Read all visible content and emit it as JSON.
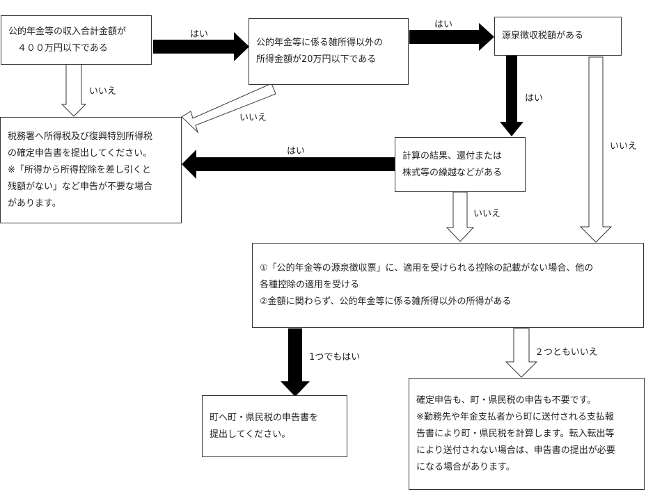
{
  "boxes": {
    "income": [
      "公的年金等の収入合計金額が",
      "　４００万円以下である"
    ],
    "other_income": [
      "公的年金等に係る雑所得以外の",
      "所得金額が20万円以下である"
    ],
    "withholding": [
      "源泉徴収税額がある"
    ],
    "tax_office": [
      "税務署へ所得税及び復興特別所得税",
      "の確定申告書を提出してください。",
      "※「所得から所得控除を差し引くと",
      "残額がない」など申告が不要な場合",
      "があります。"
    ],
    "refund": [
      "計算の結果、還付または",
      "株式等の繰越などがある"
    ],
    "conditions": [
      "①「公的年金等の源泉徴収票」に、適用を受けられる控除の記載がない場合、他の",
      "各種控除の適用を受ける",
      "②金額に関わらず、公的年金等に係る雑所得以外の所得がある"
    ],
    "town": [
      "町へ町・県民税の申告書を",
      "提出してください。"
    ],
    "not_required": [
      "確定申告も、町・県民税の申告も不要です。",
      "※勤務先や年金支払者から町に送付される支払報",
      "告書により町・県民税を計算します。転入転出等",
      "により送付されない場合は、申告書の提出が必要",
      "になる場合があります。"
    ]
  },
  "labels": {
    "yes_1": "はい",
    "yes_2": "はい",
    "yes_3": "はい",
    "yes_4": "はい",
    "no_1": "いいえ",
    "no_2": "いいえ",
    "no_3": "いいえ",
    "no_4": "いいえ",
    "one_yes": "1つでもはい",
    "both_no": "２つともいいえ"
  }
}
